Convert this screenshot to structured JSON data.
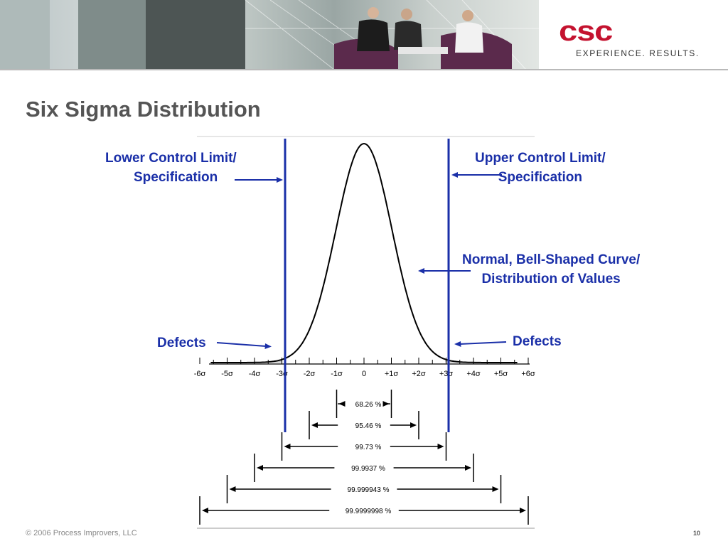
{
  "header": {
    "logo_text": "csc",
    "tagline": "EXPERIENCE. RESULTS.",
    "logo_color": "#c4122f"
  },
  "slide": {
    "title": "Six Sigma Distribution"
  },
  "annotations": {
    "lower_limit": [
      "Lower Control Limit/",
      "Specification"
    ],
    "upper_limit": [
      "Upper Control Limit/",
      "Specification"
    ],
    "curve": [
      "Normal, Bell-Shaped Curve/",
      "Distribution of Values"
    ],
    "defects_left": "Defects",
    "defects_right": "Defects"
  },
  "axis": {
    "ticks": [
      "-6σ",
      "-5σ",
      "-4σ",
      "-3σ",
      "-2σ",
      "-1σ",
      "0",
      "+1σ",
      "+2σ",
      "+3σ",
      "+4σ",
      "+5σ",
      "+6σ"
    ]
  },
  "coverage": [
    {
      "sigma": 1,
      "label": "68.26 %"
    },
    {
      "sigma": 2,
      "label": "95.46 %"
    },
    {
      "sigma": 3,
      "label": "99.73 %"
    },
    {
      "sigma": 4,
      "label": "99.9937 %"
    },
    {
      "sigma": 5,
      "label": "99.999943 %"
    },
    {
      "sigma": 6,
      "label": "99.9999998 %"
    }
  ],
  "colors": {
    "annotation": "#1a2fa8",
    "title": "#555555",
    "tail_fill": "#c0c0c0"
  },
  "footer": {
    "copyright": "© 2006 Process Improvers, LLC",
    "page_number": "10"
  }
}
